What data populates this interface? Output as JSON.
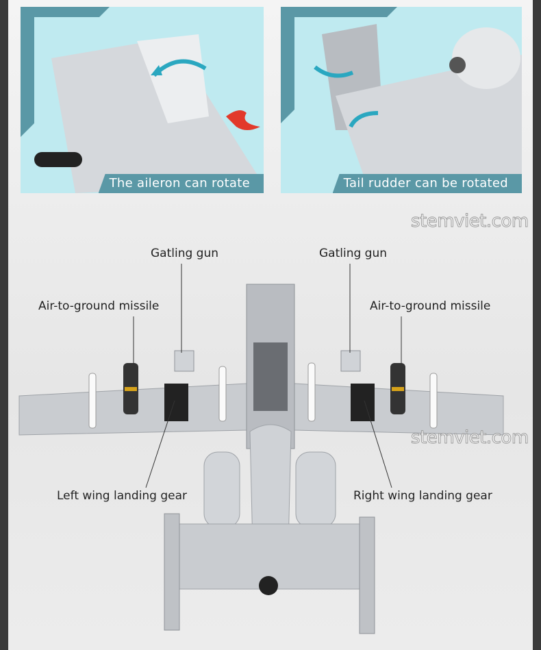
{
  "panels": [
    {
      "caption": "The aileron can rotate"
    },
    {
      "caption": "Tail rudder can be rotated"
    }
  ],
  "labels": {
    "gatling_left": "Gatling gun",
    "gatling_right": "Gatling gun",
    "missile_left": "Air-to-ground missile",
    "missile_right": "Air-to-ground missile",
    "gear_left": "Left wing landing gear",
    "gear_right": "Right wing landing gear"
  },
  "watermark": "stemviet.com",
  "colors": {
    "frame": "#5a98a6",
    "panel_bg": "#bfeaf0",
    "arrow": "#2aa7c0",
    "brick": "#c9ccd0"
  }
}
